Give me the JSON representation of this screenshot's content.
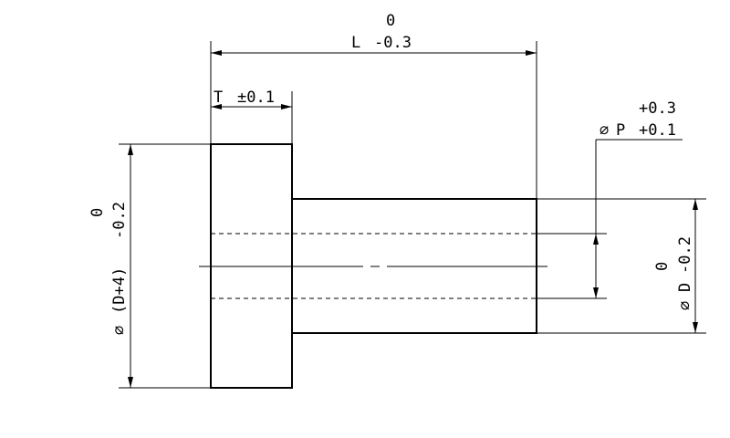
{
  "drawing": {
    "length": {
      "upper_tol": "0",
      "label": "L",
      "lower_tol": "-0.3"
    },
    "head_thickness": {
      "label": "T",
      "tol": "±0.1"
    },
    "head_diameter": {
      "symbol": "∅",
      "label": "(D+4)",
      "upper_tol": "0",
      "lower_tol": "-0.2"
    },
    "hole_diameter": {
      "symbol": "∅",
      "label": "P",
      "upper_tol": "+0.3",
      "lower_tol": "+0.1"
    },
    "shaft_diameter": {
      "symbol": "∅",
      "label": "D",
      "upper_tol": "0",
      "lower_tol": "-0.2"
    }
  }
}
